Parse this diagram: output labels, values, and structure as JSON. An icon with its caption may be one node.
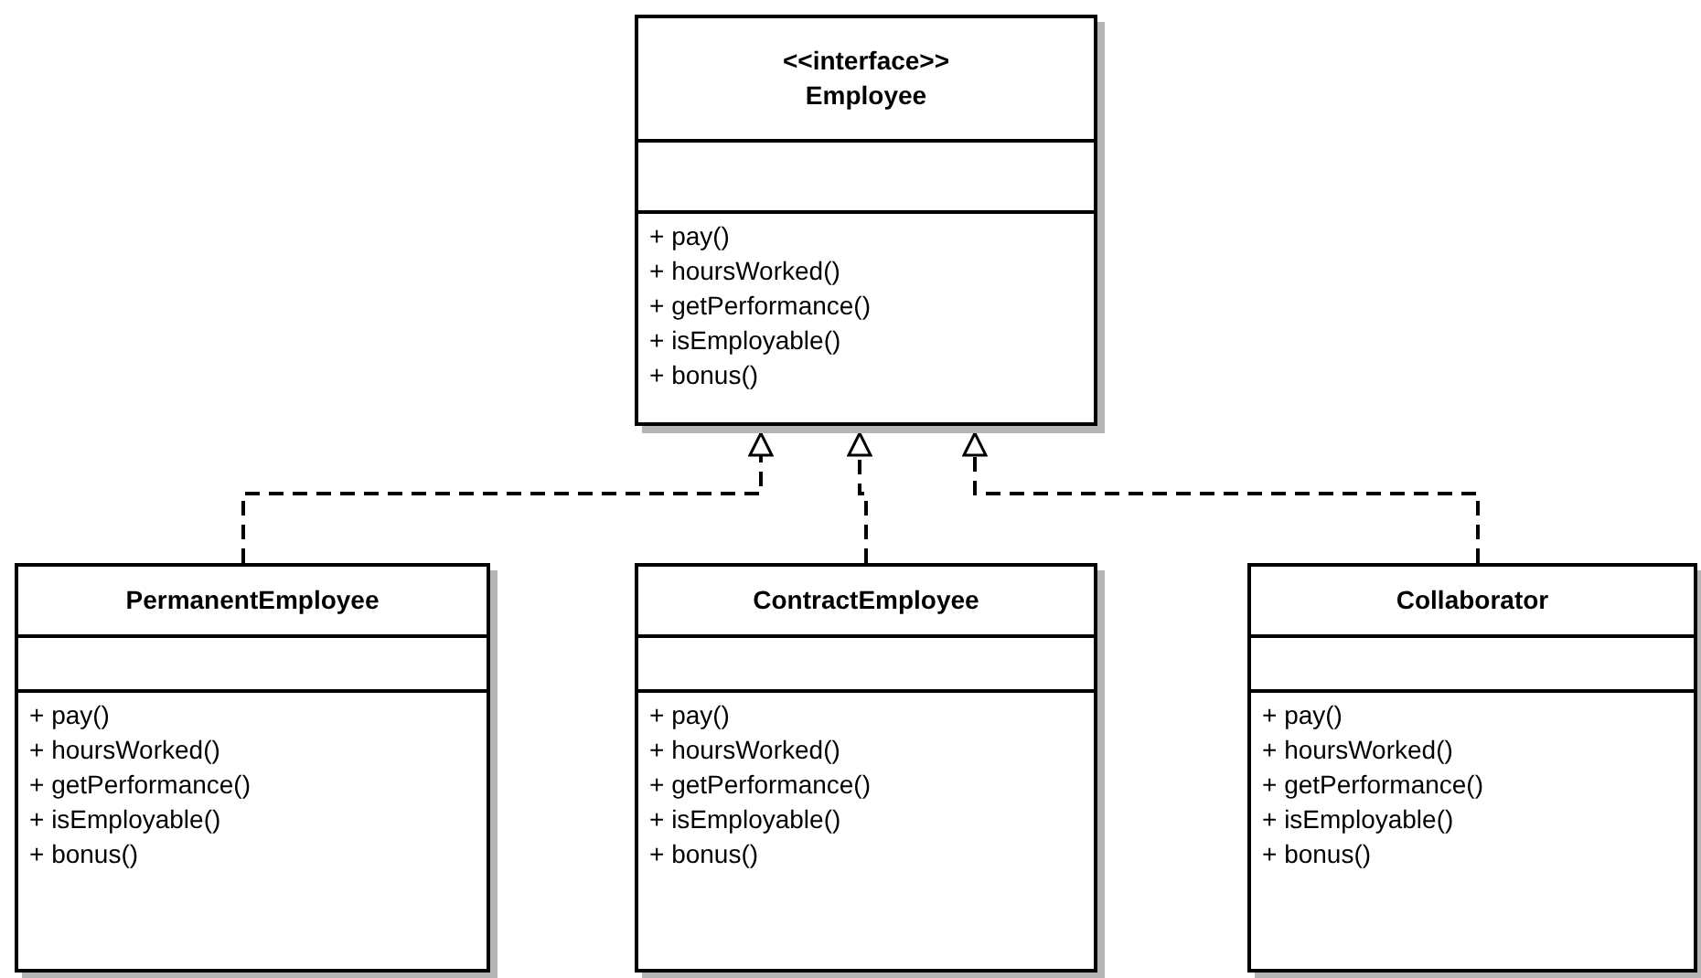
{
  "diagram": {
    "nodes": [
      {
        "text": [
          "<<interface>>",
          "Employee",
          "+ pay()",
          "+ hoursWorked()",
          "+ getPerformance()",
          "+ isEmployable()",
          "+ bonus()"
        ]
      },
      {
        "text": [
          "PermanentEmployee",
          "+ pay()",
          "+ hoursWorked()",
          "+ getPerformance()",
          "+ isEmployable()",
          "+ bonus()"
        ]
      },
      {
        "text": [
          "ContractEmployee",
          "+ pay()",
          "+ hoursWorked()",
          "+ getPerformance()",
          "+ isEmployable()",
          "+ bonus()"
        ]
      },
      {
        "text": [
          "Collaborator",
          "+ pay()",
          "+ hoursWorked()",
          "+ getPerformance()",
          "+ isEmployable()",
          "+ bonus()"
        ]
      }
    ],
    "edges": [
      {
        "from": 1,
        "to": 0,
        "arrow": "to",
        "style": "dashed"
      },
      {
        "from": 2,
        "to": 0,
        "arrow": "to",
        "style": "dashed"
      },
      {
        "from": 3,
        "to": 0,
        "arrow": "to",
        "style": "dashed"
      }
    ]
  }
}
